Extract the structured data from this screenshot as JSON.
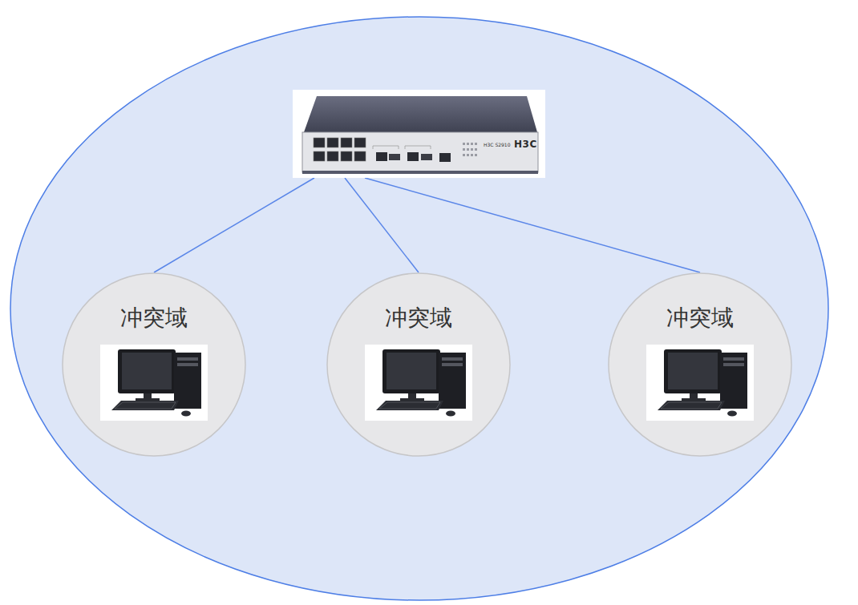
{
  "diagram": {
    "nodes": [
      {
        "text": [
          "H3C S2910",
          "H3C"
        ]
      },
      {
        "text": [
          "冲突域"
        ]
      },
      {
        "text": [
          "冲突域"
        ]
      },
      {
        "text": [
          "冲突域"
        ]
      }
    ],
    "edges": [
      {
        "from": 0,
        "to": 1,
        "arrow": "none"
      },
      {
        "from": 0,
        "to": 2,
        "arrow": "none"
      },
      {
        "from": 0,
        "to": 3,
        "arrow": "none"
      }
    ]
  }
}
